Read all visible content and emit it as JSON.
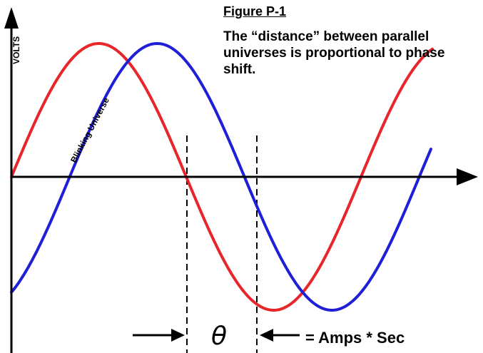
{
  "figure": {
    "title": "Figure P-1",
    "caption": "The “distance” between parallel universes is proportional to phase shift.",
    "y_axis_label": "VOLTS",
    "curve_label": "Blinking Universe",
    "phase_symbol": "θ",
    "phase_units": "= Amps * Sec"
  },
  "colors": {
    "red_wave": "#e8262a",
    "blue_wave": "#1f1fd8",
    "axes": "#000000"
  },
  "waves": [
    {
      "name": "red",
      "phase_shift_deg": 0
    },
    {
      "name": "blue",
      "phase_shift_deg": 60
    }
  ]
}
